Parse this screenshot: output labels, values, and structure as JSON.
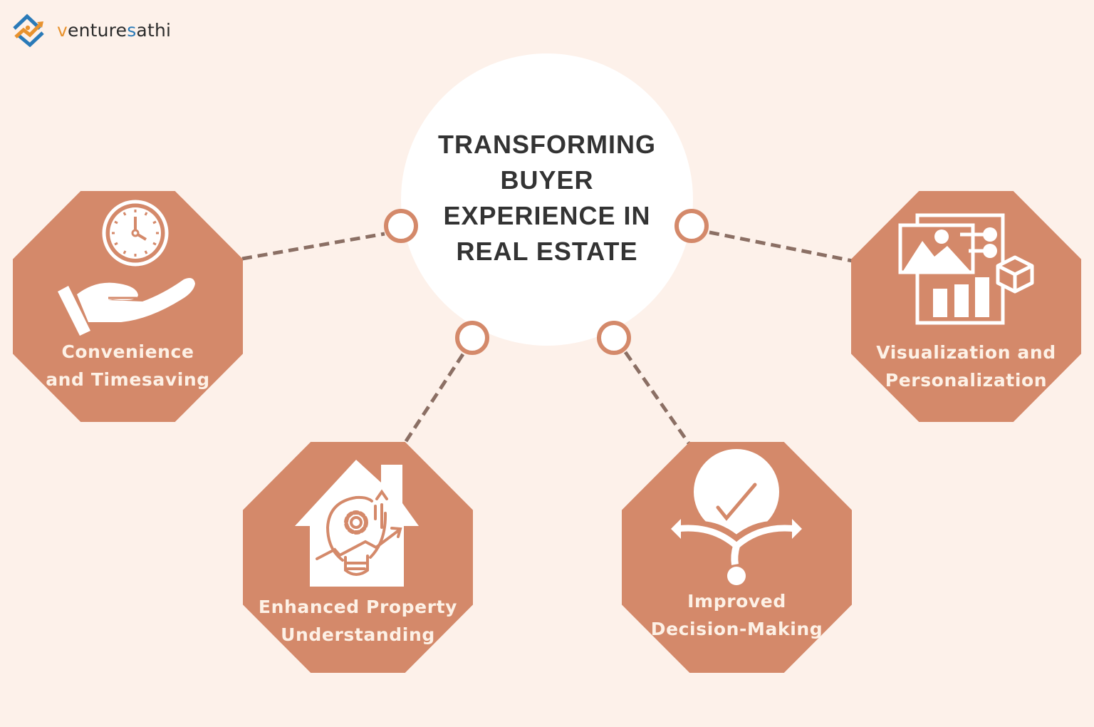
{
  "brand": {
    "name_part1": "v",
    "name_part2": "enture",
    "name_part3": "s",
    "name_part4": "athi",
    "colors": {
      "blue": "#2a7ab8",
      "orange": "#e8922e",
      "text": "#2b2b2b"
    }
  },
  "hub": {
    "title_lines": [
      "TRANSFORMING",
      "BUYER",
      "EXPERIENCE IN",
      "REAL ESTATE"
    ]
  },
  "nodes": [
    {
      "id": "convenience",
      "icon": "hand-clock-icon",
      "lines": [
        "Convenience",
        "and Timesaving"
      ]
    },
    {
      "id": "property",
      "icon": "house-lightbulb-icon",
      "lines": [
        "Enhanced Property",
        "Understanding"
      ]
    },
    {
      "id": "decision",
      "icon": "decision-check-icon",
      "lines": [
        "Improved",
        "Decision-Making"
      ]
    },
    {
      "id": "visualization",
      "icon": "visualization-icon",
      "lines": [
        "Visualization and",
        "Personalization"
      ]
    }
  ],
  "colors": {
    "background": "#fdf1ea",
    "octagon": "#d4896a",
    "connector": "#8b6f64",
    "ring": "#d4896a",
    "hub": "#ffffff",
    "title": "#333333"
  }
}
